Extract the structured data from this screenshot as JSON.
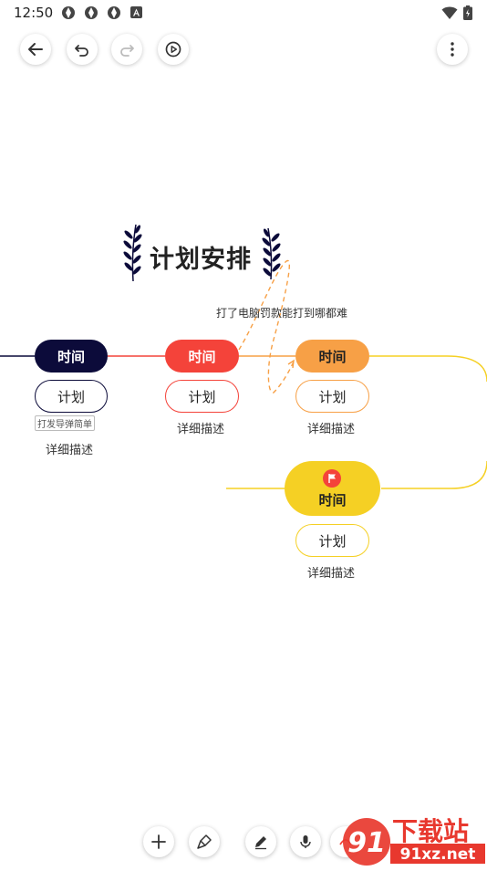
{
  "status_bar": {
    "time": "12:50"
  },
  "toolbar": {
    "back_icon": "arrow-left-icon",
    "undo_icon": "undo-icon",
    "redo_icon": "redo-icon",
    "play_icon": "play-circle-icon",
    "more_icon": "more-vertical-icon"
  },
  "mindmap": {
    "title": "计划安排",
    "annotation": "打了电脑罚款能打到哪都难",
    "nodes": [
      {
        "time": "时间",
        "plan": "计划",
        "desc": "详细描述",
        "tag": "打发导弹简单",
        "color": "#0c0b3a"
      },
      {
        "time": "时间",
        "plan": "计划",
        "desc": "详细描述",
        "color": "#f4433a"
      },
      {
        "time": "时间",
        "plan": "计划",
        "desc": "详细描述",
        "color": "#f7a046"
      },
      {
        "time": "时间",
        "plan": "计划",
        "desc": "详细描述",
        "color": "#f5d024",
        "flag_icon": "flag-icon"
      }
    ]
  },
  "bottom_toolbar": {
    "add_icon": "plus-icon",
    "style_icon": "paint-brush-icon",
    "pen_icon": "pen-icon",
    "mic_icon": "microphone-icon",
    "link_icon": "link-icon"
  },
  "watermark": {
    "logo_text": "91",
    "title": "下载站",
    "domain": "91xz.net"
  }
}
